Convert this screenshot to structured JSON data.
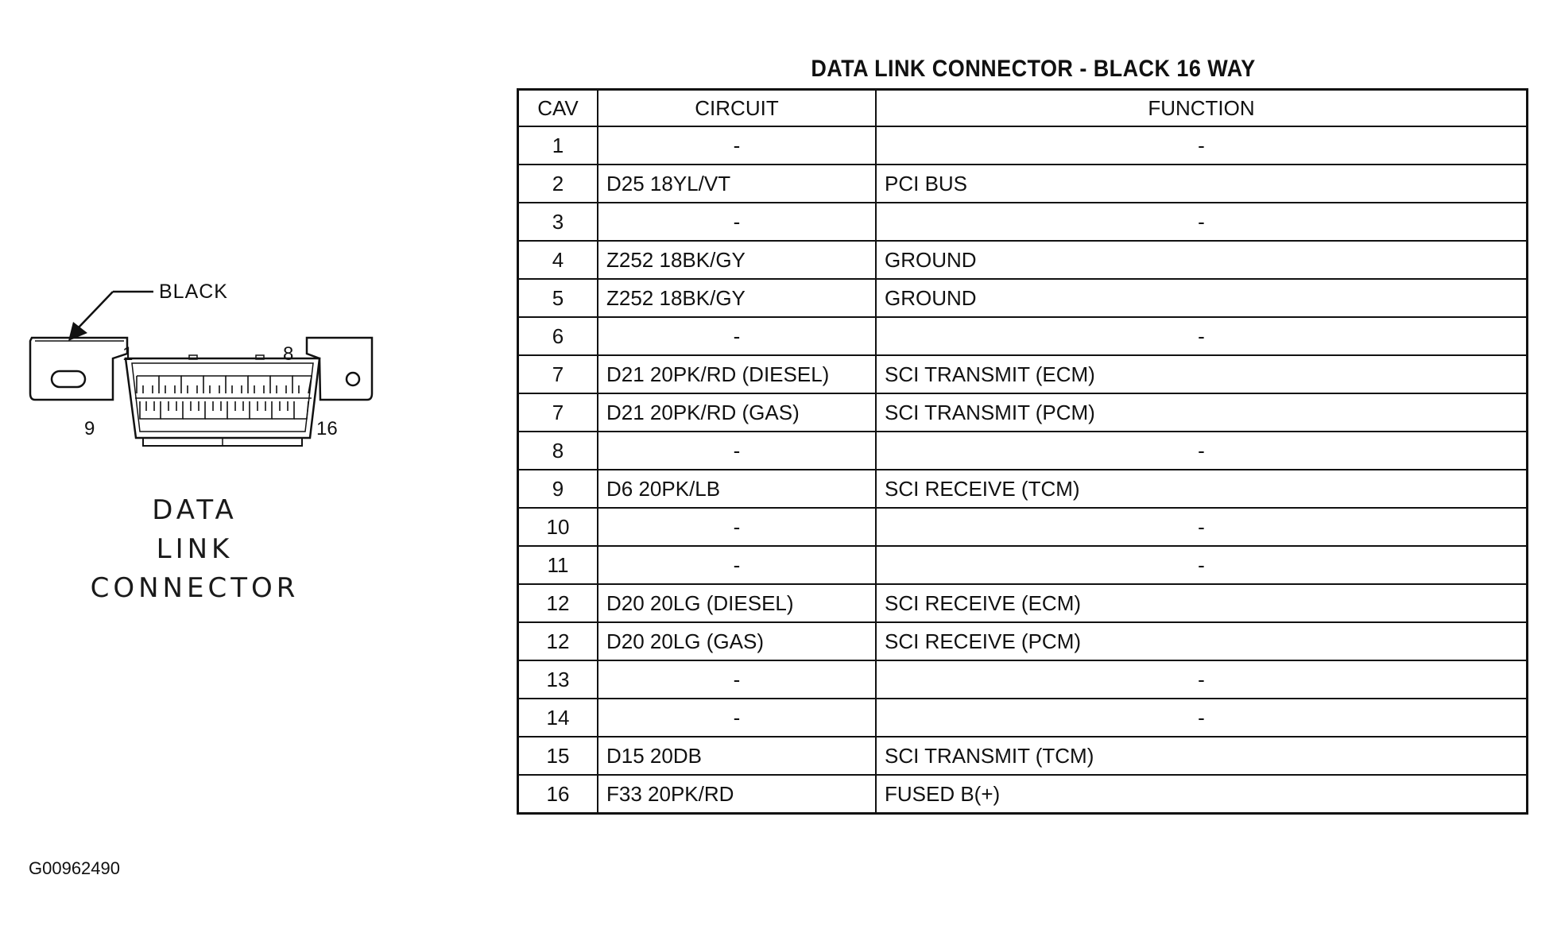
{
  "figure": {
    "pointer_label": "BLACK",
    "pin_labels": {
      "top_left": "1",
      "top_right": "8",
      "bottom_left": "9",
      "bottom_right": "16"
    },
    "caption": [
      "DATA",
      "LINK",
      "CONNECTOR"
    ],
    "figure_id": "G00962490"
  },
  "table": {
    "title": "DATA LINK CONNECTOR - BLACK 16 WAY",
    "headers": {
      "cav": "CAV",
      "circuit": "CIRCUIT",
      "function": "FUNCTION"
    },
    "rows": [
      {
        "cav": "1",
        "circuit": "-",
        "function": "-"
      },
      {
        "cav": "2",
        "circuit": "D25 18YL/VT",
        "function": "PCI BUS"
      },
      {
        "cav": "3",
        "circuit": "-",
        "function": "-"
      },
      {
        "cav": "4",
        "circuit": "Z252 18BK/GY",
        "function": "GROUND"
      },
      {
        "cav": "5",
        "circuit": "Z252 18BK/GY",
        "function": "GROUND"
      },
      {
        "cav": "6",
        "circuit": "-",
        "function": "-"
      },
      {
        "cav": "7",
        "circuit": "D21 20PK/RD (DIESEL)",
        "function": "SCI TRANSMIT (ECM)"
      },
      {
        "cav": "7",
        "circuit": "D21 20PK/RD (GAS)",
        "function": "SCI TRANSMIT (PCM)"
      },
      {
        "cav": "8",
        "circuit": "-",
        "function": "-"
      },
      {
        "cav": "9",
        "circuit": "D6 20PK/LB",
        "function": "SCI RECEIVE (TCM)"
      },
      {
        "cav": "10",
        "circuit": "-",
        "function": "-"
      },
      {
        "cav": "11",
        "circuit": "-",
        "function": "-"
      },
      {
        "cav": "12",
        "circuit": "D20 20LG (DIESEL)",
        "function": "SCI RECEIVE (ECM)"
      },
      {
        "cav": "12",
        "circuit": "D20 20LG (GAS)",
        "function": "SCI RECEIVE (PCM)"
      },
      {
        "cav": "13",
        "circuit": "-",
        "function": "-"
      },
      {
        "cav": "14",
        "circuit": "-",
        "function": "-"
      },
      {
        "cav": "15",
        "circuit": "D15 20DB",
        "function": "SCI TRANSMIT (TCM)"
      },
      {
        "cav": "16",
        "circuit": "F33 20PK/RD",
        "function": "FUSED B(+)"
      }
    ]
  }
}
